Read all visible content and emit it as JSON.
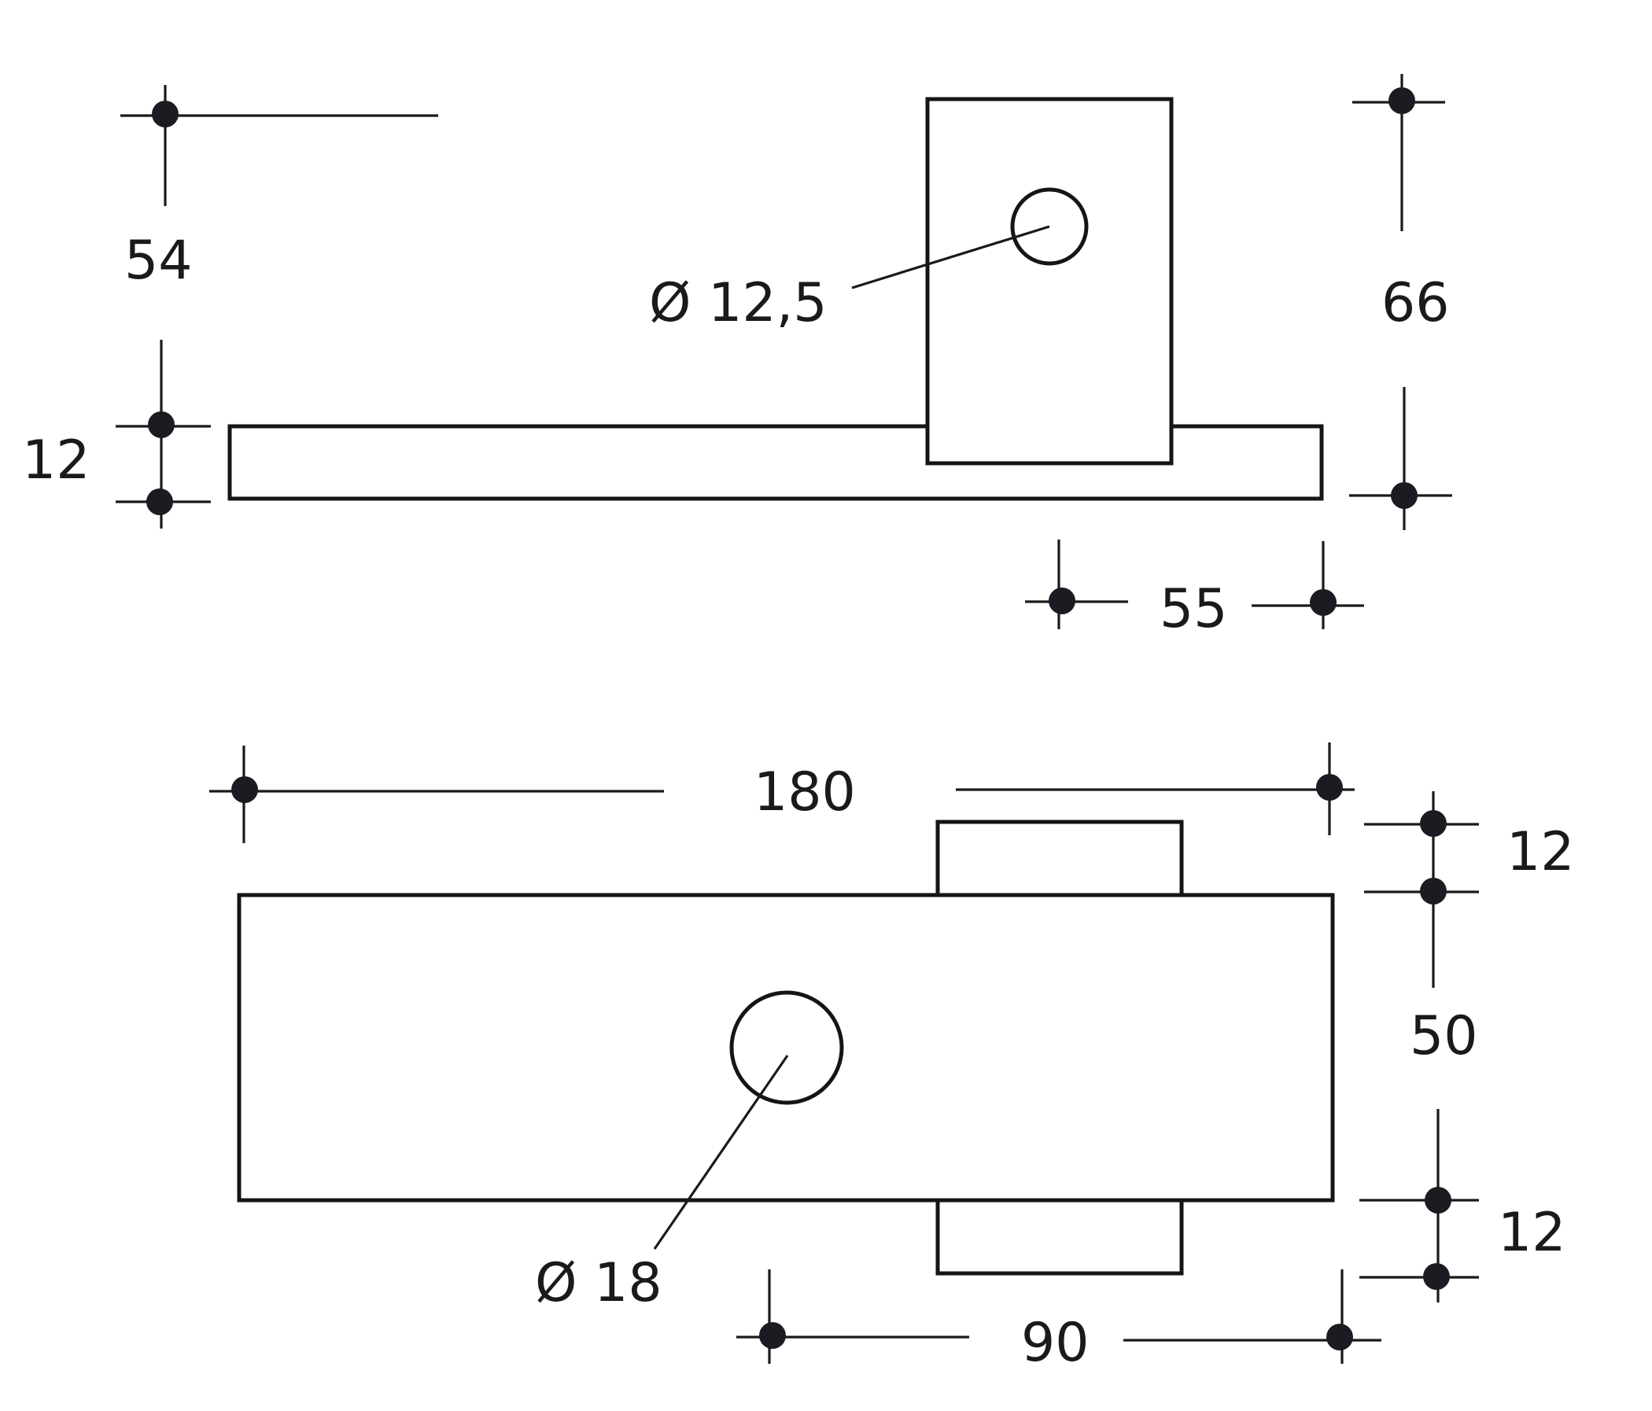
{
  "drawing": {
    "top_view": {
      "hole_diameter_label": "Ø 12,5",
      "dimensions": {
        "height_54": "54",
        "height_66": "66",
        "base_thickness_12": "12",
        "offset_55": "55"
      }
    },
    "front_view": {
      "hole_diameter_label": "Ø 18",
      "dimensions": {
        "overall_width_180": "180",
        "tab_height_top_12": "12",
        "body_height_50": "50",
        "tab_height_bottom_12": "12",
        "tab_width_90": "90"
      }
    }
  },
  "colors": {
    "line": "#151515",
    "dot": "#1a1c22",
    "background": "#ffffff"
  }
}
